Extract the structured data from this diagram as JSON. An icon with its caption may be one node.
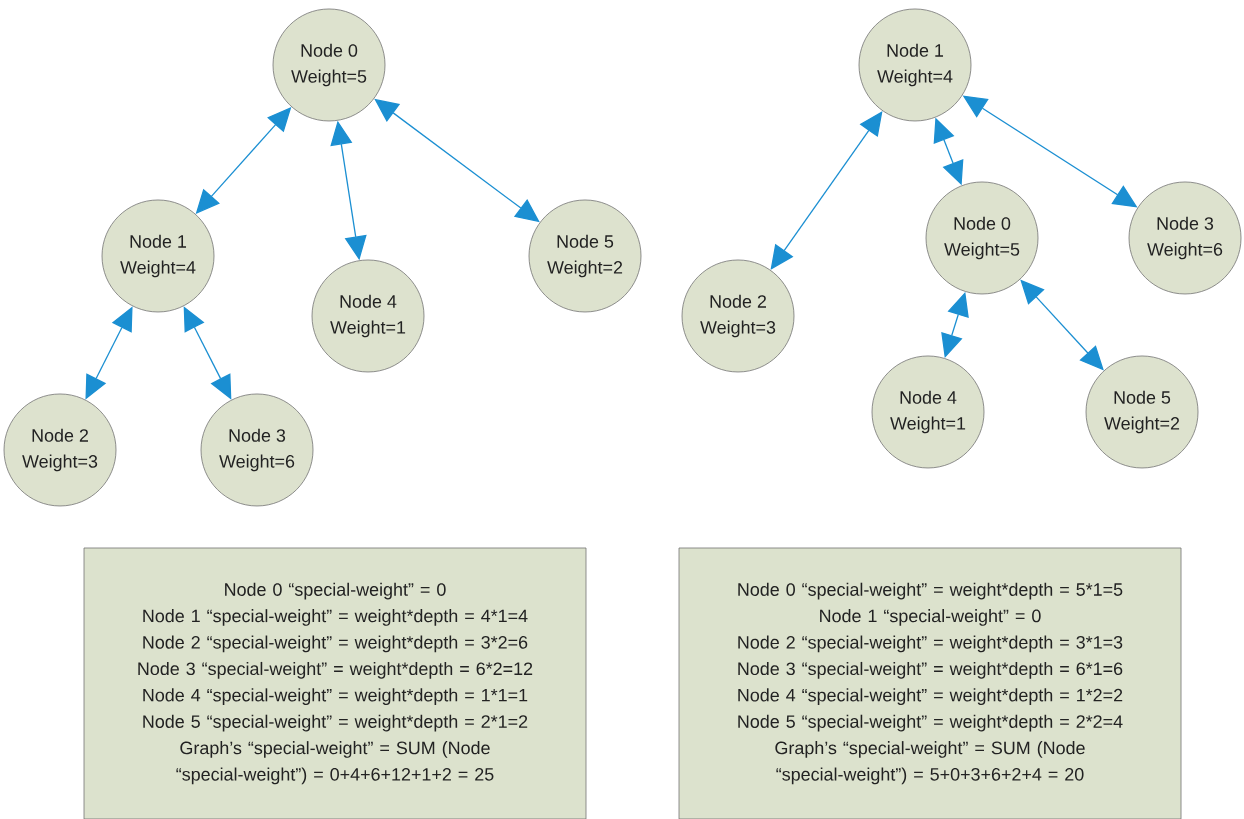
{
  "diagram": {
    "nodes": [
      {
        "text": [
          "Node 0",
          "Weight=5"
        ]
      },
      {
        "text": [
          "Node 1",
          "Weight=4"
        ]
      },
      {
        "text": [
          "Node 2",
          "Weight=3"
        ]
      },
      {
        "text": [
          "Node 3",
          "Weight=6"
        ]
      },
      {
        "text": [
          "Node 4",
          "Weight=1"
        ]
      },
      {
        "text": [
          "Node 5",
          "Weight=2"
        ]
      },
      {
        "text": [
          "Node 1",
          "Weight=4"
        ]
      },
      {
        "text": [
          "Node 0",
          "Weight=5"
        ]
      },
      {
        "text": [
          "Node 2",
          "Weight=3"
        ]
      },
      {
        "text": [
          "Node 3",
          "Weight=6"
        ]
      },
      {
        "text": [
          "Node 4",
          "Weight=1"
        ]
      },
      {
        "text": [
          "Node 5",
          "Weight=2"
        ]
      },
      {
        "text": [
          "Node 0 “special-weight” = 0",
          "Node 1 “special-weight” = weight*depth = 4*1=4",
          "Node 2 “special-weight” = weight*depth = 3*2=6",
          "Node 3 “special-weight” = weight*depth = 6*2=12",
          "Node 4 “special-weight” = weight*depth = 1*1=1",
          "Node 5 “special-weight” = weight*depth = 2*1=2",
          "Graph’s “special-weight” = SUM (Node “special-weight”) = 0+4+6+12+1+2 = 25"
        ]
      },
      {
        "text": [
          "Node 0 “special-weight” = weight*depth = 5*1=5",
          "Node 1 “special-weight” = 0",
          "Node 2 “special-weight” = weight*depth = 3*1=3",
          "Node 3 “special-weight” = weight*depth = 6*1=6",
          "Node 4 “special-weight” = weight*depth = 1*2=2",
          "Node 5 “special-weight” = weight*depth = 2*2=4",
          "Graph’s “special-weight” = SUM (Node “special-weight”) = 5+0+3+6+2+4 = 20"
        ]
      }
    ],
    "edges": [
      {
        "from": 0,
        "to": 1,
        "arrow": "both"
      },
      {
        "from": 0,
        "to": 4,
        "arrow": "both"
      },
      {
        "from": 0,
        "to": 5,
        "arrow": "both"
      },
      {
        "from": 1,
        "to": 2,
        "arrow": "both"
      },
      {
        "from": 1,
        "to": 3,
        "arrow": "both"
      },
      {
        "from": 6,
        "to": 8,
        "arrow": "both"
      },
      {
        "from": 6,
        "to": 7,
        "arrow": "both"
      },
      {
        "from": 6,
        "to": 9,
        "arrow": "both"
      },
      {
        "from": 7,
        "to": 10,
        "arrow": "both"
      },
      {
        "from": 7,
        "to": 11,
        "arrow": "both"
      }
    ]
  }
}
